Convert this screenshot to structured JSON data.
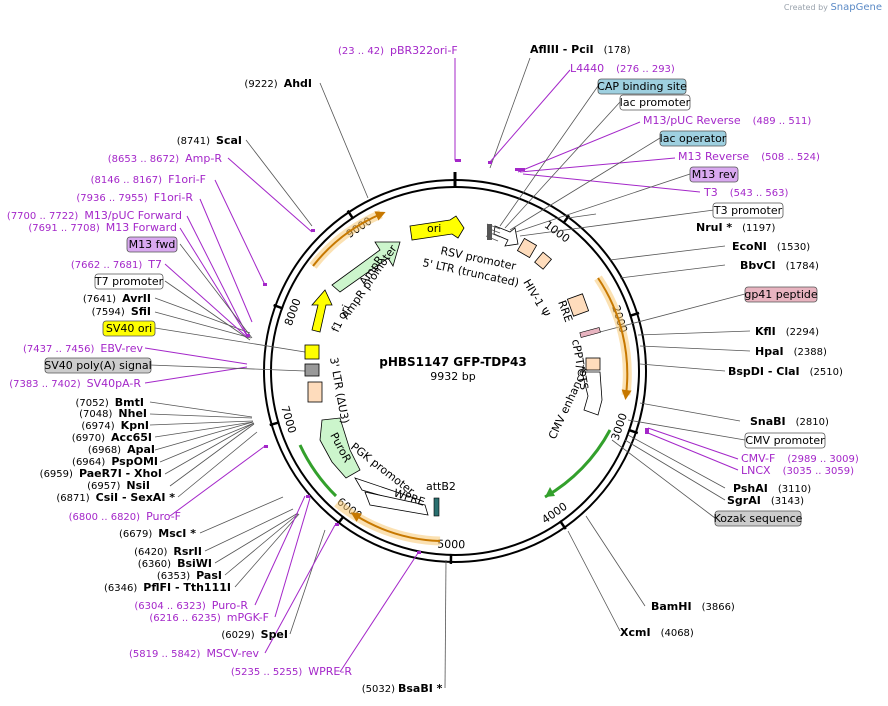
{
  "credit": {
    "prefix": "Created by",
    "brand": "SnapGene"
  },
  "plasmid": {
    "name": "pHBS1147 GFP-TDP43",
    "length": "9932 bp"
  },
  "ticks": [
    "1000",
    "2000",
    "3000",
    "4000",
    "5000",
    "6000",
    "7000",
    "8000",
    "9000"
  ],
  "sites_right": [
    {
      "name": "AflIII  -  PciI",
      "pos": "(178)"
    },
    {
      "name": "NruI *",
      "pos": "(1197)"
    },
    {
      "name": "EcoNI",
      "pos": "(1530)"
    },
    {
      "name": "BbvCI",
      "pos": "(1784)"
    },
    {
      "name": "KflI",
      "pos": "(2294)"
    },
    {
      "name": "HpaI",
      "pos": "(2388)"
    },
    {
      "name": "BspDI  -  ClaI",
      "pos": "(2510)"
    },
    {
      "name": "SnaBI",
      "pos": "(2810)"
    },
    {
      "name": "PshAI",
      "pos": "(3110)"
    },
    {
      "name": "SgrAI",
      "pos": "(3143)"
    },
    {
      "name": "BamHI",
      "pos": "(3866)"
    },
    {
      "name": "XcmI",
      "pos": "(4068)"
    }
  ],
  "sites_bottom": [
    {
      "name": "BsaBI *",
      "pos": "(5032)"
    }
  ],
  "sites_left": [
    {
      "name": "AhdI",
      "pos": "(9222)"
    },
    {
      "name": "ScaI",
      "pos": "(8741)"
    },
    {
      "name": "AvrII",
      "pos": "(7641)"
    },
    {
      "name": "SfiI",
      "pos": "(7594)"
    },
    {
      "name": "BmtI",
      "pos": "(7052)"
    },
    {
      "name": "NheI",
      "pos": "(7048)"
    },
    {
      "name": "KpnI",
      "pos": "(6974)"
    },
    {
      "name": "Acc65I",
      "pos": "(6970)"
    },
    {
      "name": "ApaI",
      "pos": "(6968)"
    },
    {
      "name": "PspOMI",
      "pos": "(6964)"
    },
    {
      "name": "PaeR7I  -  XhoI",
      "pos": "(6959)"
    },
    {
      "name": "NsiI",
      "pos": "(6957)"
    },
    {
      "name": "CsiI  -  SexAI *",
      "pos": "(6871)"
    },
    {
      "name": "MscI *",
      "pos": "(6679)"
    },
    {
      "name": "RsrII",
      "pos": "(6420)"
    },
    {
      "name": "BsiWI",
      "pos": "(6360)"
    },
    {
      "name": "PasI",
      "pos": "(6353)"
    },
    {
      "name": "PflFI  -  Tth111I",
      "pos": "(6346)"
    },
    {
      "name": "SpeI",
      "pos": "(6029)"
    }
  ],
  "primers_right": [
    {
      "name": "pBR322ori-F",
      "pos": "(23 .. 42)"
    },
    {
      "name": "L4440",
      "pos": "(276 .. 293)"
    },
    {
      "name": "M13/pUC Reverse",
      "pos": "(489 .. 511)"
    },
    {
      "name": "M13 Reverse",
      "pos": "(508 .. 524)"
    },
    {
      "name": "T3",
      "pos": "(543 .. 563)"
    },
    {
      "name": "CMV-F",
      "pos": "(2989 .. 3009)"
    },
    {
      "name": "LNCX",
      "pos": "(3035 .. 3059)"
    }
  ],
  "primers_left": [
    {
      "name": "Amp-R",
      "pos": "(8653 .. 8672)"
    },
    {
      "name": "F1ori-F",
      "pos": "(8146 .. 8167)"
    },
    {
      "name": "F1ori-R",
      "pos": "(7936 .. 7955)"
    },
    {
      "name": "M13/pUC Forward",
      "pos": "(7700 .. 7722)"
    },
    {
      "name": "M13 Forward",
      "pos": "(7691 .. 7708)"
    },
    {
      "name": "T7",
      "pos": "(7662 .. 7681)"
    },
    {
      "name": "EBV-rev",
      "pos": "(7437 .. 7456)"
    },
    {
      "name": "SV40pA-R",
      "pos": "(7383 .. 7402)"
    },
    {
      "name": "Puro-F",
      "pos": "(6800 .. 6820)"
    },
    {
      "name": "Puro-R",
      "pos": "(6304 .. 6323)"
    },
    {
      "name": "mPGK-F",
      "pos": "(6216 .. 6235)"
    },
    {
      "name": "MSCV-rev",
      "pos": "(5819 .. 5842)"
    },
    {
      "name": "WPRE-R",
      "pos": "(5235 .. 5255)"
    }
  ],
  "boxed_labels": {
    "cap": "CAP binding site",
    "lac_promoter": "lac promoter",
    "lac_operator": "lac operator",
    "m13_rev": "M13 rev",
    "t3_promoter": "T3 promoter",
    "gp41": "gp41 peptide",
    "cmv_promoter": "CMV promoter",
    "kozak": "Kozak sequence",
    "m13_fwd": "M13 fwd",
    "t7_promoter": "T7 promoter",
    "sv40_ori": "SV40 ori",
    "sv40_polya": "SV40 poly(A) signal"
  },
  "inner_labels": {
    "ori": "ori",
    "rsv": "RSV promoter",
    "ltr5": "5' LTR (truncated)",
    "hiv": "HIV-1 Ψ",
    "rre": "RRE",
    "cppt": "cPPT/CTS",
    "cmv_enh": "CMV enhancer",
    "ampr": "AmpR",
    "ampr_prom": "AmpR promoter",
    "f1ori": "f1 ori",
    "ltr3": "3' LTR (ΔU3)",
    "puror": "PuroR",
    "pgk": "PGK promoter",
    "wpre": "WPRE",
    "attb2": "attB2"
  },
  "colors": {
    "primer": "#a427c9",
    "orange_arrow": "#f2a900",
    "green_arrow": "#33a02c",
    "ori_yellow": "#ffff00",
    "ampr_green": "#ccf5cc",
    "peach": "#fedcbc",
    "box_cyan": "#9ed0e0",
    "box_pink": "#e8b4c0",
    "box_purple": "#d9a9f0",
    "box_gray": "#cccccc"
  }
}
